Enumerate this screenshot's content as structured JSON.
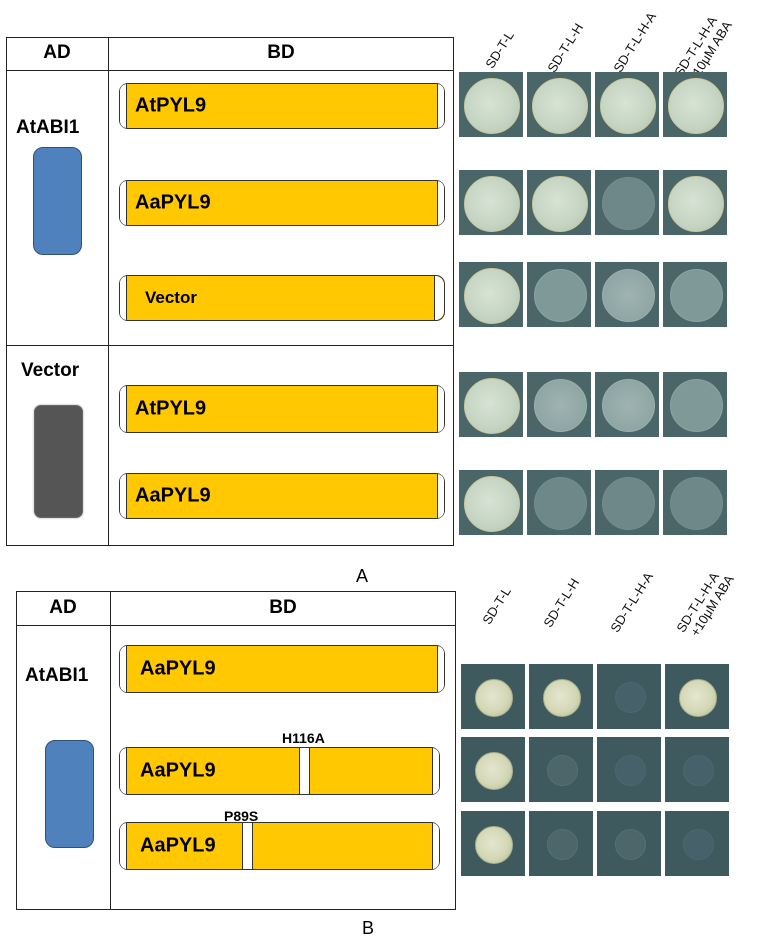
{
  "panelA": {
    "letter": "A",
    "ad_header": "AD",
    "bd_header": "BD",
    "ad_groups": [
      {
        "label": "AtABI1",
        "color": "#4f81bd"
      },
      {
        "label": "Vector",
        "color": "#555555"
      }
    ],
    "constructs": [
      "AtPYL9",
      "AaPYL9",
      "Vector",
      "AtPYL9",
      "AaPYL9"
    ],
    "media": [
      "SD-T-L",
      "SD-T-L-H",
      "SD-T-L-H-A",
      "SD-T-L-H-A"
    ],
    "media_note": "+10μM ABA",
    "growth": [
      [
        "strong",
        "strong",
        "strong",
        "strong"
      ],
      [
        "strong",
        "strong",
        "none",
        "strong"
      ],
      [
        "strong",
        "faint",
        "weak",
        "faint"
      ],
      [
        "strong",
        "weak",
        "weak",
        "faint"
      ],
      [
        "strong",
        "none",
        "none",
        "none"
      ]
    ]
  },
  "panelB": {
    "letter": "B",
    "ad_header": "AD",
    "bd_header": "BD",
    "ad_group": {
      "label": "AtABI1",
      "color": "#4f81bd"
    },
    "constructs": [
      {
        "name": "AaPYL9",
        "mutation": ""
      },
      {
        "name": "AaPYL9",
        "mutation": "H116A"
      },
      {
        "name": "AaPYL9",
        "mutation": "P89S"
      }
    ],
    "media": [
      "SD-T-L",
      "SD-T-L-H",
      "SD-T-L-H-A",
      "SD-T-L-H-A"
    ],
    "media_note": "+10μM ABA",
    "growth": [
      [
        "strong",
        "strong",
        "none",
        "strong"
      ],
      [
        "strong",
        "faint",
        "none",
        "none"
      ],
      [
        "strong",
        "faint",
        "faint",
        "none"
      ]
    ]
  },
  "colors": {
    "bar": "#ffc800",
    "ad_activation": "#4f81bd",
    "ad_vector": "#555555"
  }
}
